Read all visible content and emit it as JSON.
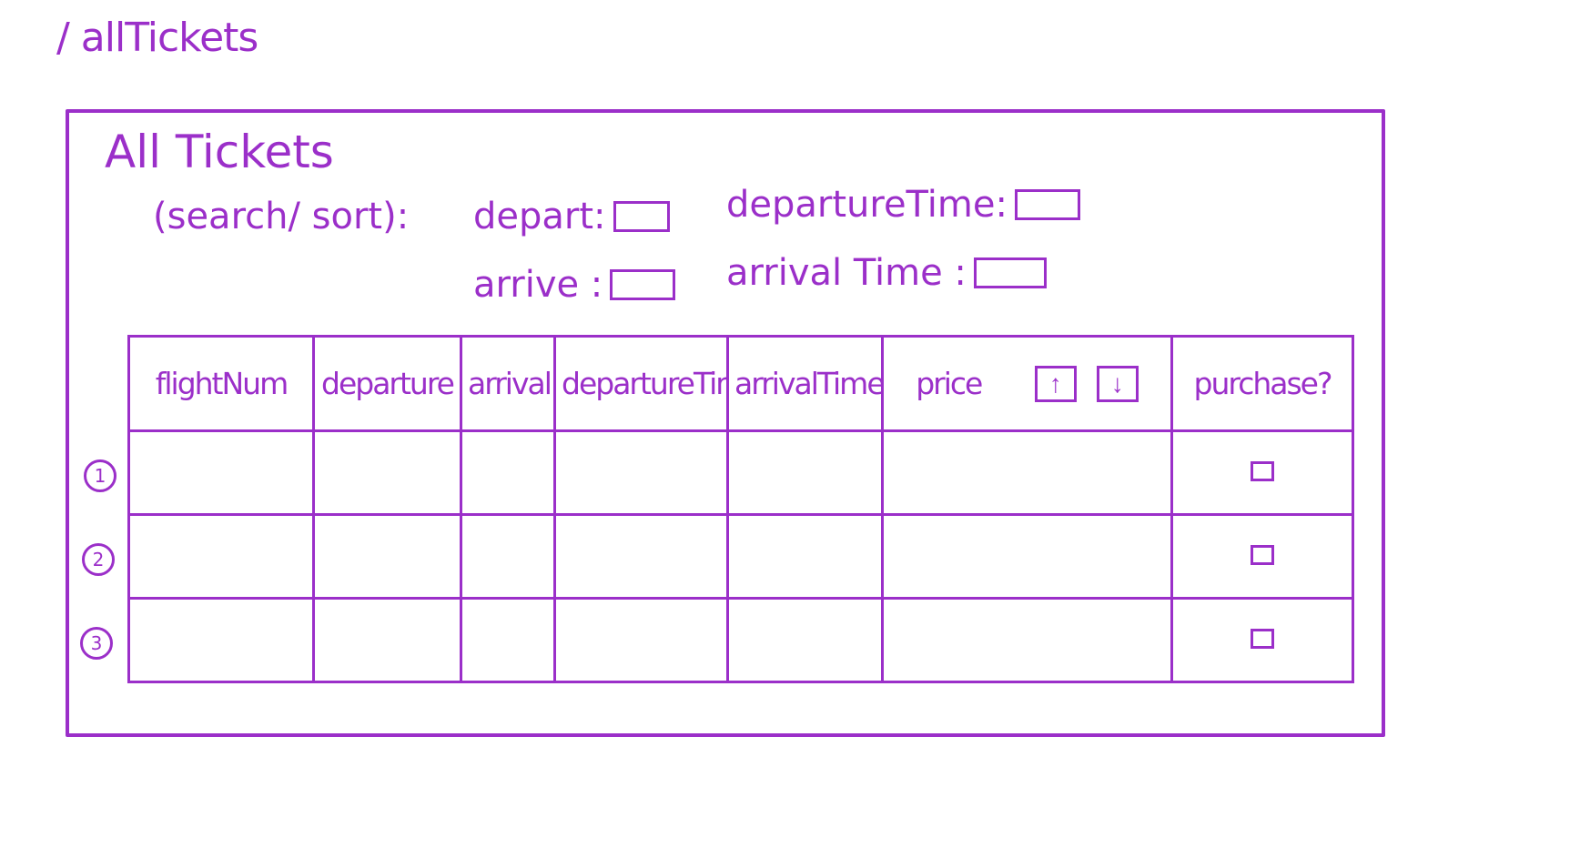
{
  "route": "/ allTickets",
  "title": "All Tickets",
  "search": {
    "label": "(search/ sort): ",
    "depart_label": "depart:",
    "arrive_label": "arrive :",
    "departure_time_label": "departureTime:",
    "arrival_time_label": "arrival Time :"
  },
  "table": {
    "headers": {
      "flight_num": "flightNum",
      "departure": "departure",
      "arrival": "arrival",
      "departure_time": "departureTime",
      "arrival_time": "arrivalTime",
      "price": "price",
      "purchase": "purchase?"
    },
    "sort_up": "↑",
    "sort_down": "↓",
    "row_numbers": [
      "1",
      "2",
      "3"
    ]
  },
  "colors": {
    "ink": "#9b2fc9"
  }
}
